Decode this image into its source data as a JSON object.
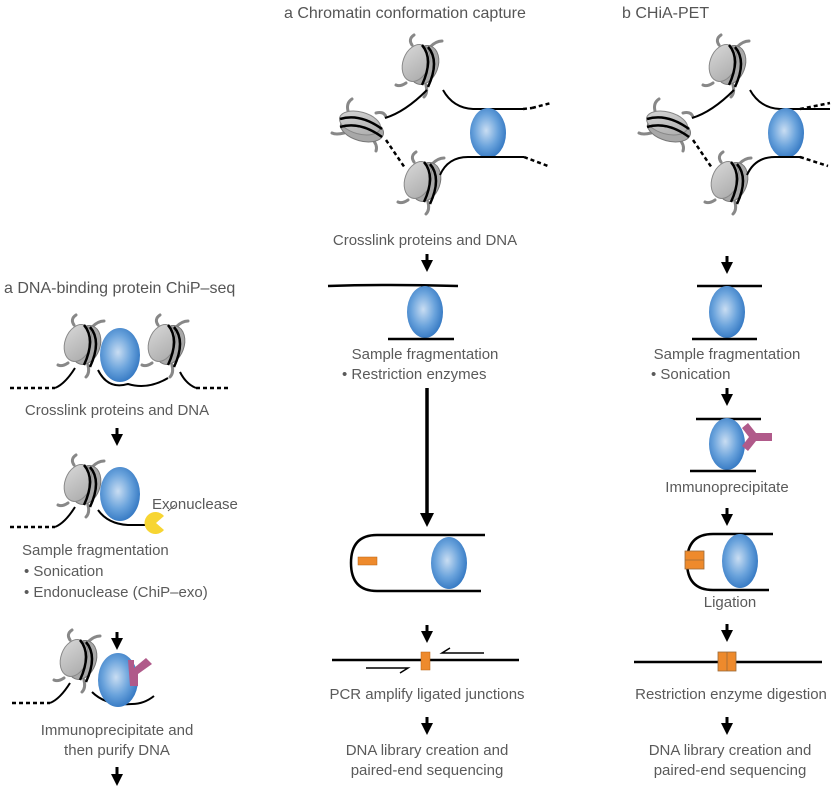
{
  "colors": {
    "protein_blue": "#3f86cc",
    "antibody_pink": "#b05a8a",
    "exonuclease_yellow": "#f7d532",
    "restriction_orange": "#ee8a2c",
    "nucleosome_gray": "#c8c8c8",
    "text_gray": "#5a5a5a"
  },
  "panel_chip": {
    "title": "a  DNA-binding protein ChiP–seq",
    "steps": [
      {
        "label": "Crosslink proteins and DNA"
      },
      {
        "label": "Exonuclease"
      },
      {
        "label": "Sample fragmentation"
      },
      {
        "label": "• Sonication"
      },
      {
        "label": "• Endonuclease (ChiP–exo)"
      },
      {
        "label": "Immunoprecipitate and"
      },
      {
        "label": "then purify DNA"
      }
    ]
  },
  "panel_3c": {
    "title": "a  Chromatin conformation capture",
    "steps": [
      {
        "label": "Crosslink proteins and DNA"
      },
      {
        "label": "Sample fragmentation"
      },
      {
        "label": "• Restriction enzymes"
      },
      {
        "label": "PCR amplify ligated junctions"
      },
      {
        "label": "DNA library creation and"
      },
      {
        "label": "paired-end sequencing"
      }
    ]
  },
  "panel_chiapet": {
    "title": "b  CHiA-PET",
    "steps": [
      {
        "label": "Sample fragmentation"
      },
      {
        "label": "• Sonication"
      },
      {
        "label": "Immunoprecipitate"
      },
      {
        "label": "Ligation"
      },
      {
        "label": "Restriction enzyme digestion"
      },
      {
        "label": "DNA library creation and"
      },
      {
        "label": "paired-end sequencing"
      }
    ]
  }
}
